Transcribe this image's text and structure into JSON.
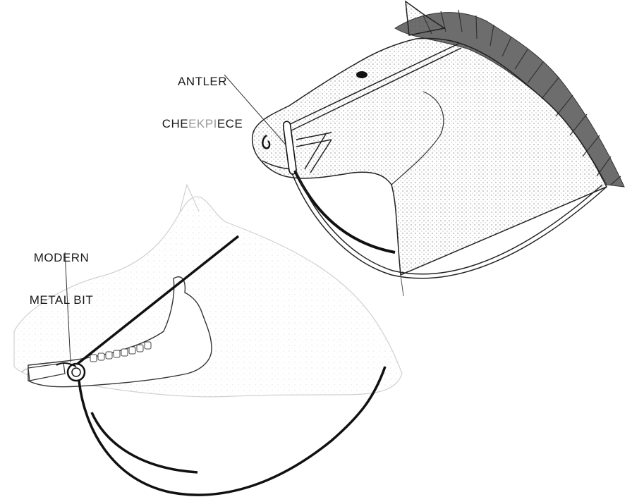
{
  "labels": {
    "antler_line1": "ANTLER",
    "antler_line2_a": "CHE",
    "antler_line2_b": "EKPI",
    "antler_line2_c": "ECE",
    "modern_line1": "MODERN",
    "modern_line2": "METAL BIT"
  },
  "colors": {
    "ink": "#1a1a1a",
    "faded_ink": "#9a9a9a",
    "sketch_grey": "#c9c9c9",
    "background": "#ffffff"
  }
}
